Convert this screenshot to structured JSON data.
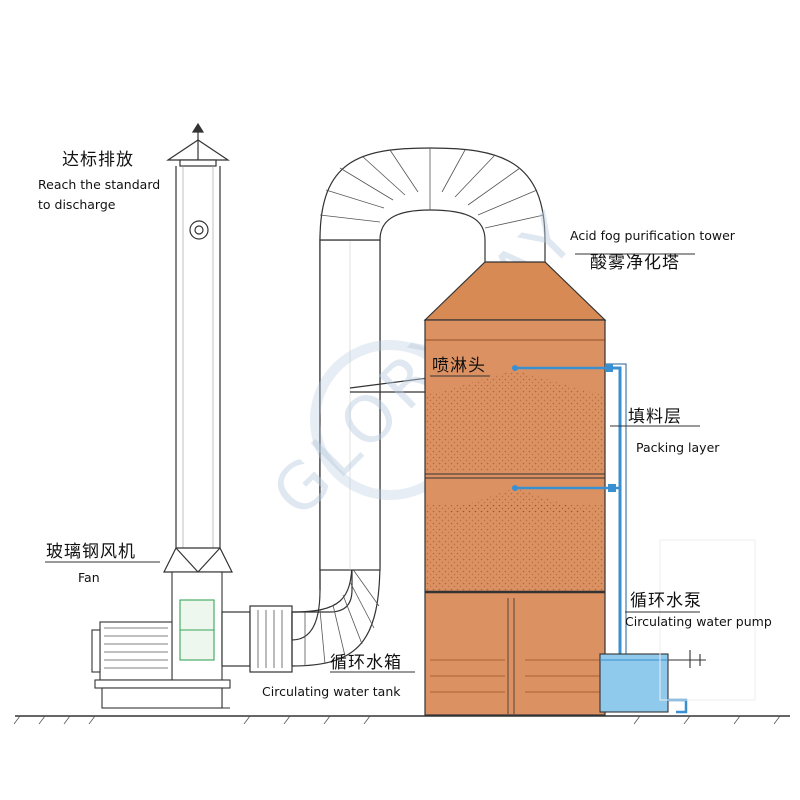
{
  "labels": {
    "discharge_zh": "达标排放",
    "discharge_en_1": "Reach the standard",
    "discharge_en_2": "to discharge",
    "tower_en": "Acid fog purification tower",
    "tower_zh": "酸雾净化塔",
    "spray_zh": "喷淋头",
    "packing_zh": "填料层",
    "packing_en": "Packing layer",
    "fan_zh": "玻璃钢风机",
    "fan_en": "Fan",
    "pump_zh": "循环水泵",
    "pump_en": "Circulating water pump",
    "tank_zh": "循环水箱",
    "tank_en": "Circulating water tank"
  },
  "watermark": "GLORYWAY",
  "colors": {
    "tower_fill": "#dc9162",
    "tower_top": "#d88a55",
    "water_pipe": "#3a8fd0",
    "tank_water": "#8fc9ec",
    "outline": "#333333"
  }
}
